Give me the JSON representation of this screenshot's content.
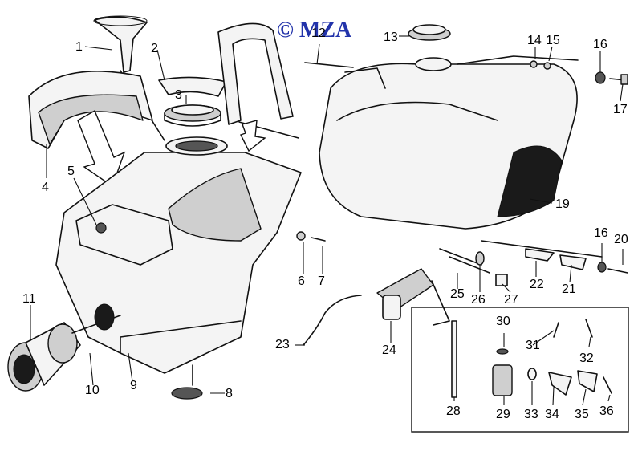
{
  "watermark": "© MZA",
  "labels": [
    {
      "id": "1",
      "text": "1"
    },
    {
      "id": "2",
      "text": "2"
    },
    {
      "id": "3",
      "text": "3"
    },
    {
      "id": "4",
      "text": "4"
    },
    {
      "id": "5",
      "text": "5"
    },
    {
      "id": "6",
      "text": "6"
    },
    {
      "id": "7",
      "text": "7"
    },
    {
      "id": "8",
      "text": "8"
    },
    {
      "id": "9",
      "text": "9"
    },
    {
      "id": "10",
      "text": "10"
    },
    {
      "id": "11",
      "text": "11"
    },
    {
      "id": "12",
      "text": "12"
    },
    {
      "id": "13",
      "text": "13"
    },
    {
      "id": "14",
      "text": "14"
    },
    {
      "id": "15",
      "text": "15"
    },
    {
      "id": "16a",
      "text": "16"
    },
    {
      "id": "16b",
      "text": "16"
    },
    {
      "id": "17",
      "text": "17"
    },
    {
      "id": "19",
      "text": "19"
    },
    {
      "id": "20",
      "text": "20"
    },
    {
      "id": "21",
      "text": "21"
    },
    {
      "id": "22",
      "text": "22"
    },
    {
      "id": "23",
      "text": "23"
    },
    {
      "id": "24",
      "text": "24"
    },
    {
      "id": "25",
      "text": "25"
    },
    {
      "id": "26",
      "text": "26"
    },
    {
      "id": "27",
      "text": "27"
    },
    {
      "id": "28",
      "text": "28"
    },
    {
      "id": "29",
      "text": "29"
    },
    {
      "id": "30",
      "text": "30"
    },
    {
      "id": "31",
      "text": "31"
    },
    {
      "id": "32",
      "text": "32"
    },
    {
      "id": "33",
      "text": "33"
    },
    {
      "id": "34",
      "text": "34"
    },
    {
      "id": "35",
      "text": "35"
    },
    {
      "id": "36",
      "text": "36"
    }
  ]
}
